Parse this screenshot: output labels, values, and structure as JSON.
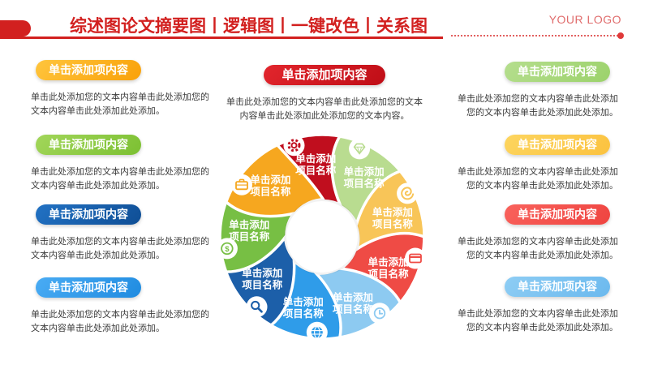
{
  "header": {
    "title": "综述图论文摘要图丨逻辑图丨一键改色丨关系图",
    "logo_text": "YOUR LOGO",
    "title_color": "#D2201F",
    "logo_color": "#E06C6C",
    "underline_color": "#D2201F",
    "dotted_line_color": "#E26060"
  },
  "left_items": [
    {
      "label": "单击添加项内容",
      "body": "单击此处添加您的文本内容单击此处添加您的文本内容单击此处添加此处添加。",
      "color1": "#FFC53D",
      "color2": "#F9A109"
    },
    {
      "label": "单击添加项内容",
      "body": "单击此处添加您的文本内容单击此处添加您的文本内容单击此处添加此处添加。",
      "color1": "#A2D65A",
      "color2": "#7CC032"
    },
    {
      "label": "单击添加项内容",
      "body": "单击此处添加您的文本内容单击此处添加您的文本内容单击此处添加此处添加。",
      "color1": "#2272C4",
      "color2": "#0F4E95"
    },
    {
      "label": "单击添加项内容",
      "body": "单击此处添加您的文本内容单击此处添加您的文本内容单击此处添加此处添加。",
      "color1": "#4AACF4",
      "color2": "#1F8BE0"
    }
  ],
  "center": {
    "label": "单击添加项内容",
    "body": "单击此处添加您的文本内容单击此处添加您的文本内容单击此处添加此处添加您的文本内容。",
    "color1": "#E2262D",
    "color2": "#BF0D16"
  },
  "right_items": [
    {
      "label": "单击添加项内容",
      "body": "单击此处添加您的文本内容单击此处添加您的文本内容单击此处添加此处添加。",
      "color1": "#B5DE8E",
      "color2": "#9CD26B"
    },
    {
      "label": "单击添加项内容",
      "body": "单击此处添加您的文本内容单击此处添加您的文本内容单击此处添加此处添加。",
      "color1": "#FDD55F",
      "color2": "#FBC23F"
    },
    {
      "label": "单击添加项内容",
      "body": "单击此处添加您的文本内容单击此处添加您的文本内容单击此处添加此处添加。",
      "color1": "#F9625C",
      "color2": "#EF4440"
    },
    {
      "label": "单击添加项内容",
      "body": "单击此处添加您的文本内容单击此处添加您的文本内容单击此处添加此处添加。",
      "color1": "#8ECDF4",
      "color2": "#6BB9EE"
    }
  ],
  "pinwheel": {
    "petals": [
      {
        "line1": "单击添加",
        "line2": "项目名称",
        "color": "#C00E1E",
        "icon": "gear-icon"
      },
      {
        "line1": "单击添加",
        "line2": "项目名称",
        "color": "#B9DC90",
        "icon": "diamond-icon"
      },
      {
        "line1": "单击添加",
        "line2": "项目名称",
        "color": "#F8C558",
        "icon": "spiral-icon"
      },
      {
        "line1": "单击添加",
        "line2": "项目名称",
        "color": "#EF4B45",
        "icon": "credit-card-icon"
      },
      {
        "line1": "单击添加",
        "line2": "项目名称",
        "color": "#8DCAF1",
        "icon": "clock-icon"
      },
      {
        "line1": "单击添加",
        "line2": "项目名称",
        "color": "#2F9CE9",
        "icon": "globe-icon"
      },
      {
        "line1": "单击添加",
        "line2": "项目名称",
        "color": "#1C5FA9",
        "icon": "magnifier-icon"
      },
      {
        "line1": "单击添加",
        "line2": "项目名称",
        "color": "#77BF44",
        "icon": "dollar-coin-icon"
      },
      {
        "line1": "单击添加",
        "line2": "项目名称",
        "color": "#F6A71F",
        "icon": "briefcase-icon"
      }
    ]
  }
}
